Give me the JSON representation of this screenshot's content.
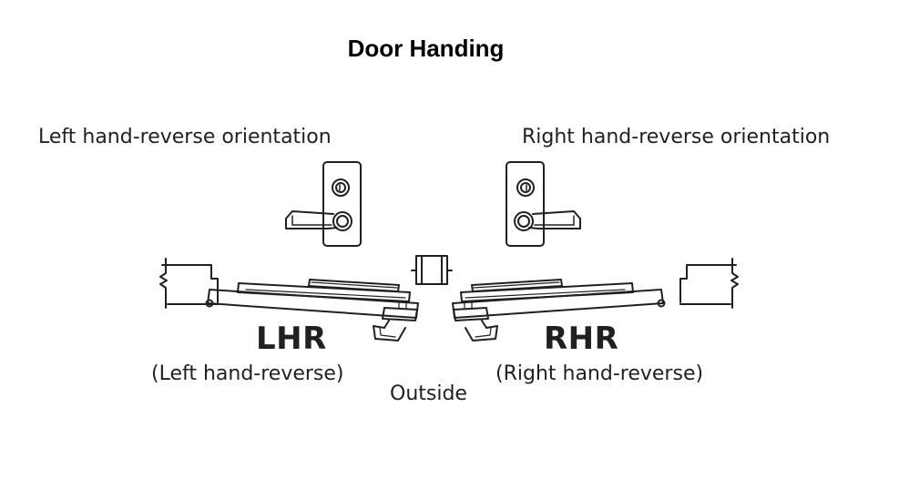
{
  "title": "Door Handing",
  "left": {
    "orientation_label": "Left hand-reverse orientation",
    "code": "LHR",
    "description": "(Left hand-reverse)"
  },
  "right": {
    "orientation_label": "Right hand-reverse orientation",
    "code": "RHR",
    "description": "(Right hand-reverse)"
  },
  "outside_label": "Outside",
  "colors": {
    "ink": "#231f20",
    "background": "#ffffff"
  }
}
